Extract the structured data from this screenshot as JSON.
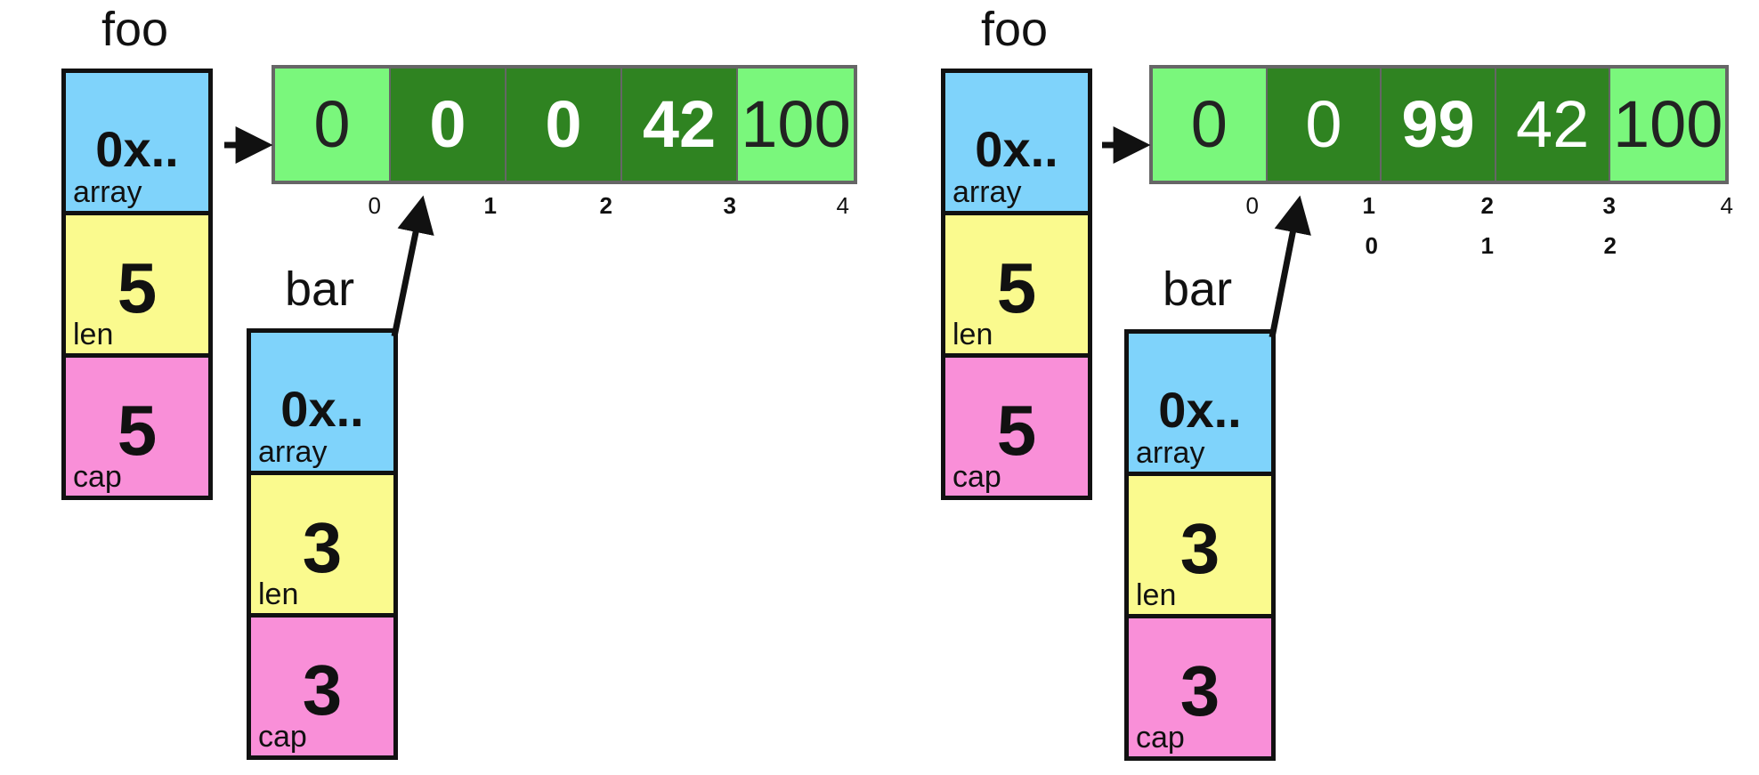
{
  "panels": [
    {
      "foo": {
        "name": "foo",
        "fields": [
          {
            "value": "0x..",
            "label": "array",
            "kind": "array"
          },
          {
            "value": "5",
            "label": "len",
            "kind": "len"
          },
          {
            "value": "5",
            "label": "cap",
            "kind": "cap"
          }
        ]
      },
      "bar": {
        "name": "bar",
        "fields": [
          {
            "value": "0x..",
            "label": "array",
            "kind": "array"
          },
          {
            "value": "3",
            "label": "len",
            "kind": "len"
          },
          {
            "value": "3",
            "label": "cap",
            "kind": "cap"
          }
        ]
      },
      "array": {
        "cells": [
          {
            "value": "0",
            "shade": "light",
            "weight": "thin"
          },
          {
            "value": "0",
            "shade": "dark",
            "weight": "bold"
          },
          {
            "value": "0",
            "shade": "dark",
            "weight": "bold"
          },
          {
            "value": "42",
            "shade": "dark",
            "weight": "bold"
          },
          {
            "value": "100",
            "shade": "light",
            "weight": "thin"
          }
        ],
        "foo_indices": [
          "0",
          "1",
          "2",
          "3",
          "4"
        ],
        "bar_indices": []
      }
    },
    {
      "foo": {
        "name": "foo",
        "fields": [
          {
            "value": "0x..",
            "label": "array",
            "kind": "array"
          },
          {
            "value": "5",
            "label": "len",
            "kind": "len"
          },
          {
            "value": "5",
            "label": "cap",
            "kind": "cap"
          }
        ]
      },
      "bar": {
        "name": "bar",
        "fields": [
          {
            "value": "0x..",
            "label": "array",
            "kind": "array"
          },
          {
            "value": "3",
            "label": "len",
            "kind": "len"
          },
          {
            "value": "3",
            "label": "cap",
            "kind": "cap"
          }
        ]
      },
      "array": {
        "cells": [
          {
            "value": "0",
            "shade": "light",
            "weight": "thin"
          },
          {
            "value": "0",
            "shade": "dark",
            "weight": "thin"
          },
          {
            "value": "99",
            "shade": "dark",
            "weight": "bold"
          },
          {
            "value": "42",
            "shade": "dark",
            "weight": "thin"
          },
          {
            "value": "100",
            "shade": "light",
            "weight": "thin"
          }
        ],
        "foo_indices": [
          "0",
          "1",
          "2",
          "3",
          "4"
        ],
        "bar_indices": [
          "0",
          "1",
          "2"
        ]
      }
    }
  ],
  "colors": {
    "array_field": "#7fd3fb",
    "len_field": "#fafa8e",
    "cap_field": "#f98fd8",
    "cell_light": "#7af77c",
    "cell_dark": "#2f8321"
  }
}
